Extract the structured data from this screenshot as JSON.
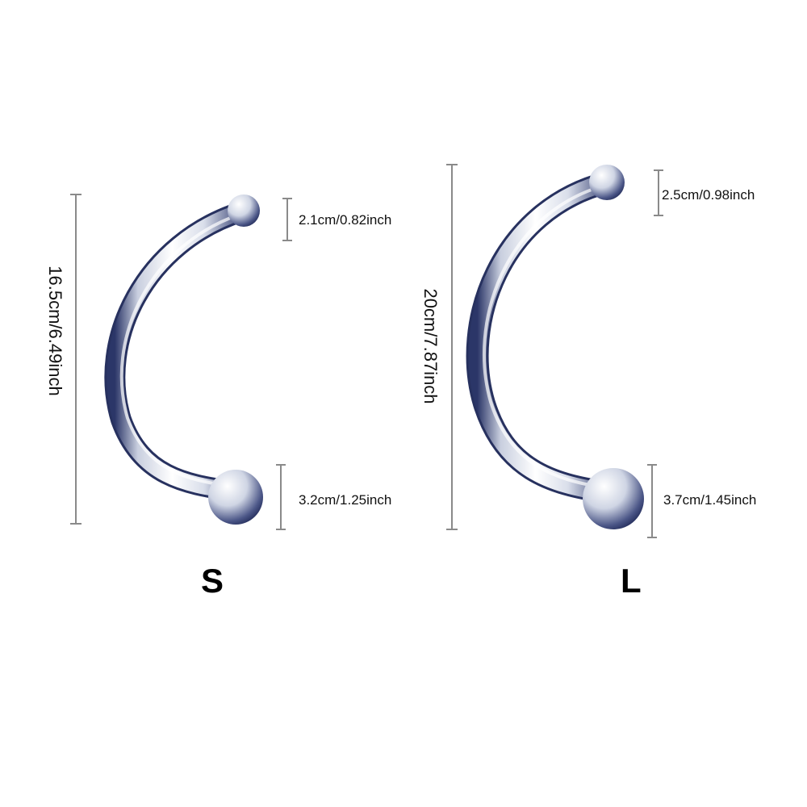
{
  "products": [
    {
      "size": "S",
      "length_label": "16.5cm/6.49inch",
      "top_ball_label": "2.1cm/0.82inch",
      "bottom_ball_label": "3.2cm/1.25inch"
    },
    {
      "size": "L",
      "length_label": "20cm/7.87inch",
      "top_ball_label": "2.5cm/0.98inch",
      "bottom_ball_label": "3.7cm/1.45inch"
    }
  ],
  "colors": {
    "background": "#ffffff",
    "dimension_line": "#8a8a8a",
    "text": "#111111",
    "metal_light": "#f4f6fb",
    "metal_mid": "#b9c1d6",
    "metal_dark": "#1e2a5a"
  }
}
